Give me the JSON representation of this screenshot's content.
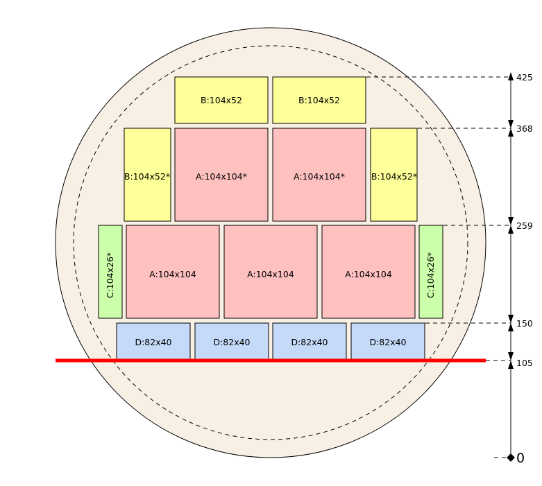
{
  "colors": {
    "background": "#ffffff",
    "wafer_fill": "#f9f0e5",
    "outline": "#000000",
    "cut_line": "#ff0000",
    "type_a": "#ffc0c0",
    "type_b": "#ffff99",
    "type_c": "#ccffaa",
    "type_d": "#c5d9f8"
  },
  "rows": {
    "top": [
      {
        "label": "B:104x52",
        "type": "b"
      },
      {
        "label": "B:104x52",
        "type": "b"
      }
    ],
    "upper": [
      {
        "label": "B:104x52*",
        "type": "b"
      },
      {
        "label": "A:104x104*",
        "type": "a"
      },
      {
        "label": "A:104x104*",
        "type": "a"
      },
      {
        "label": "B:104x52*",
        "type": "b"
      }
    ],
    "middle": [
      {
        "label": "C:104x26*",
        "type": "c"
      },
      {
        "label": "A:104x104",
        "type": "a"
      },
      {
        "label": "A:104x104",
        "type": "a"
      },
      {
        "label": "A:104x104",
        "type": "a"
      },
      {
        "label": "C:104x26*",
        "type": "c"
      }
    ],
    "bottom": [
      {
        "label": "D:82x40",
        "type": "d"
      },
      {
        "label": "D:82x40",
        "type": "d"
      },
      {
        "label": "D:82x40",
        "type": "d"
      },
      {
        "label": "D:82x40",
        "type": "d"
      }
    ]
  },
  "scale": {
    "marks": [
      {
        "label": "425"
      },
      {
        "label": "368"
      },
      {
        "label": "259"
      },
      {
        "label": "150"
      },
      {
        "label": "105"
      },
      {
        "label": "0"
      }
    ]
  }
}
